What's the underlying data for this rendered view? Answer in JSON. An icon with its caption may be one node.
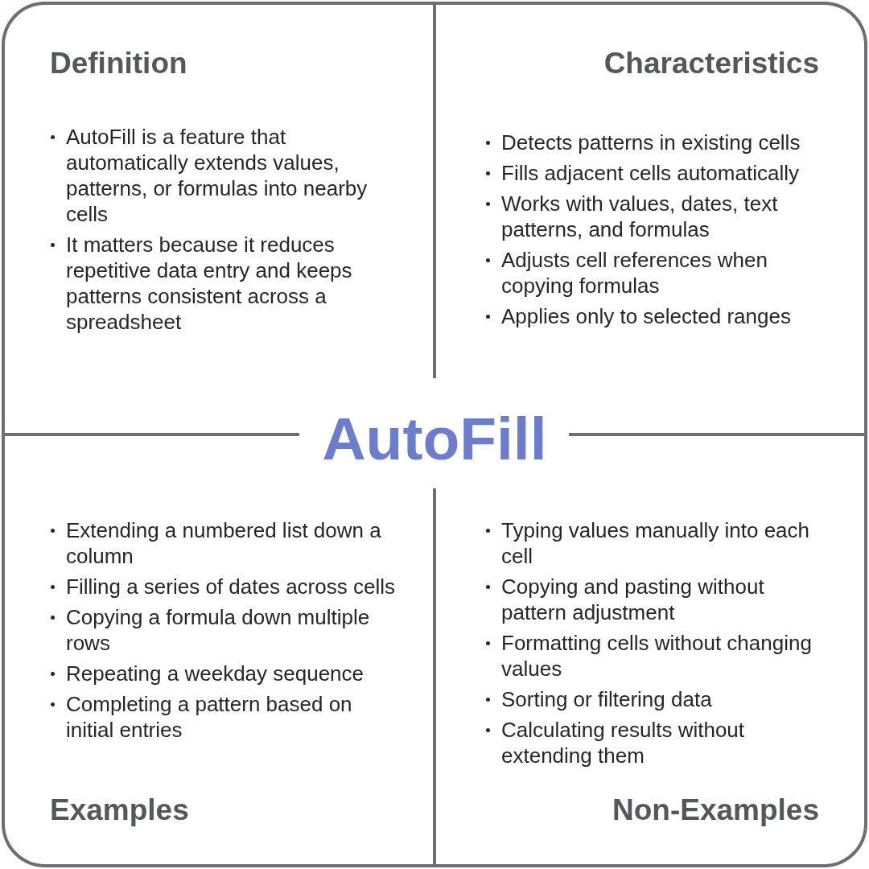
{
  "diagram": {
    "title": "AutoFill",
    "nodes": [
      {
        "text": [
          "Definition",
          "AutoFill is a feature that automatically extends values, patterns, or formulas into nearby cells",
          "It matters because it reduces repetitive data entry and keeps patterns consistent across a spreadsheet"
        ]
      },
      {
        "text": [
          "Characteristics",
          "Detects patterns in existing cells",
          "Fills adjacent cells automatically",
          "Works with values, dates, text patterns, and formulas",
          "Adjusts cell references when copying formulas",
          "Applies only to selected ranges"
        ]
      },
      {
        "text": [
          "Extending a numbered list down a column",
          "Filling a series of dates across cells",
          "Copying a formula down multiple rows",
          "Repeating a weekday sequence",
          "Completing a pattern based on initial entries",
          "Examples"
        ]
      },
      {
        "text": [
          "Typing values manually into each cell",
          "Copying and pasting without pattern adjustment",
          "Formatting cells without changing values",
          "Sorting or filtering data",
          "Calculating results without extending them",
          "Non-Examples"
        ]
      }
    ]
  }
}
